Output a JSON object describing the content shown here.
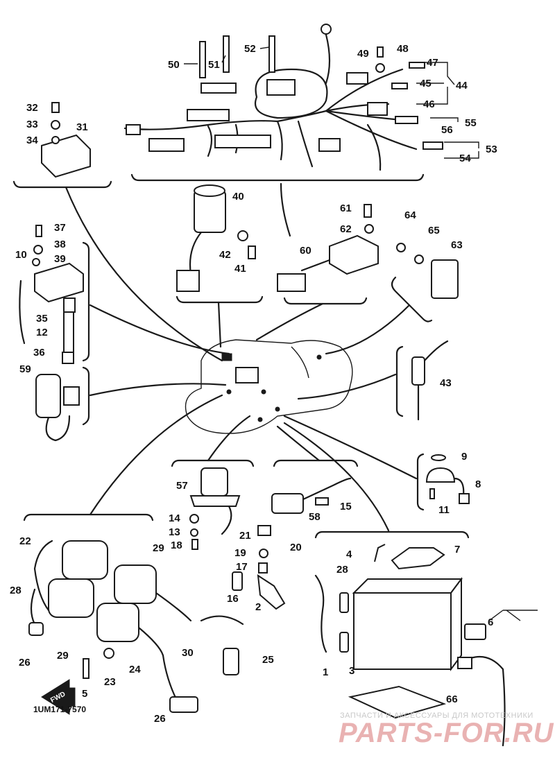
{
  "diagram": {
    "code": "1UM171-7570",
    "fwd_label": "FWD",
    "callouts": [
      "50",
      "51",
      "52",
      "49",
      "48",
      "47",
      "44",
      "45",
      "46",
      "55",
      "56",
      "53",
      "54",
      "32",
      "33",
      "31",
      "34",
      "40",
      "61",
      "62",
      "64",
      "65",
      "63",
      "37",
      "38",
      "10",
      "39",
      "35",
      "12",
      "36",
      "42",
      "41",
      "60",
      "59",
      "43",
      "9",
      "8",
      "11",
      "57",
      "58",
      "15",
      "14",
      "13",
      "18",
      "21",
      "20",
      "19",
      "17",
      "16",
      "2",
      "4",
      "7",
      "28",
      "22",
      "29",
      "26",
      "30",
      "25",
      "24",
      "23",
      "5",
      "1",
      "3",
      "66",
      "6"
    ]
  },
  "watermark": {
    "tagline": "ЗАПЧАСТИ И АКСЕССУАРЫ ДЛЯ МОТОТЕХНИКИ",
    "brand": "PARTS-FOR.RU"
  }
}
